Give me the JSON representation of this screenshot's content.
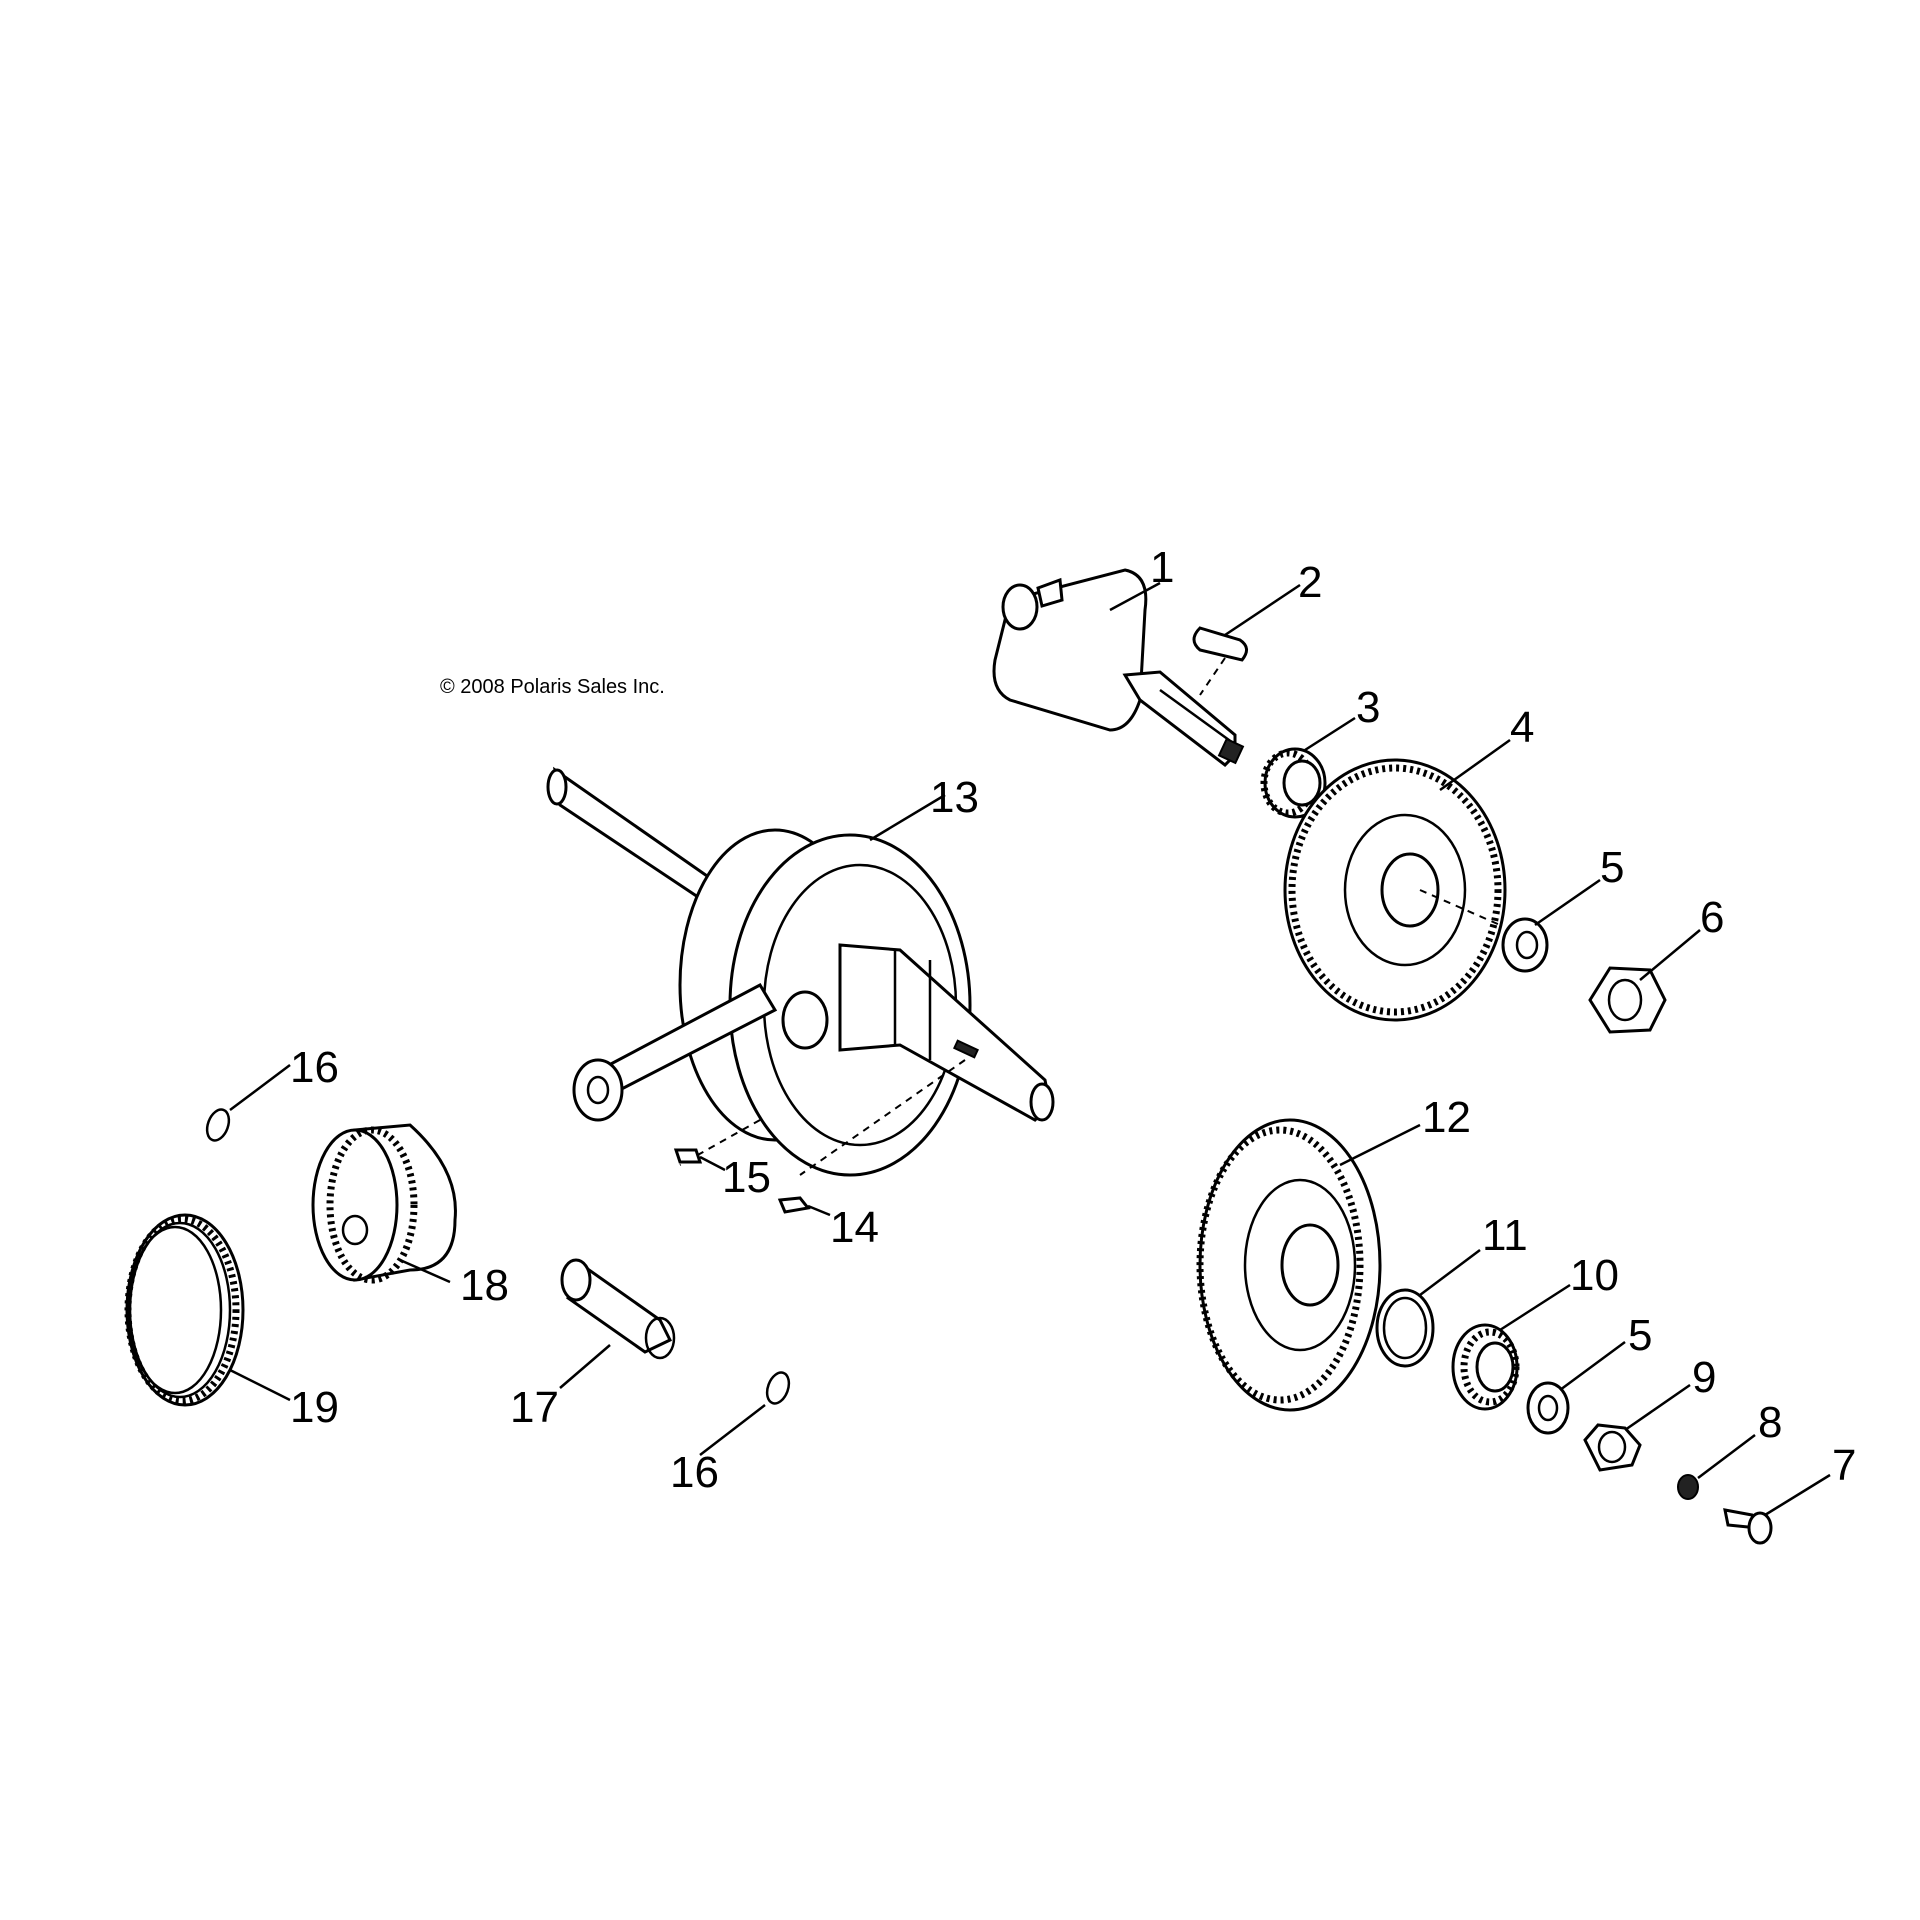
{
  "diagram": {
    "copyright": "© 2008 Polaris Sales Inc.",
    "callouts": {
      "c1": "1",
      "c2": "2",
      "c3": "3",
      "c4": "4",
      "c5a": "5",
      "c5b": "5",
      "c6": "6",
      "c7": "7",
      "c8": "8",
      "c9": "9",
      "c10": "10",
      "c11": "11",
      "c12": "12",
      "c13": "13",
      "c14": "14",
      "c15": "15",
      "c16a": "16",
      "c16b": "16",
      "c17": "17",
      "c18": "18",
      "c19": "19"
    }
  }
}
